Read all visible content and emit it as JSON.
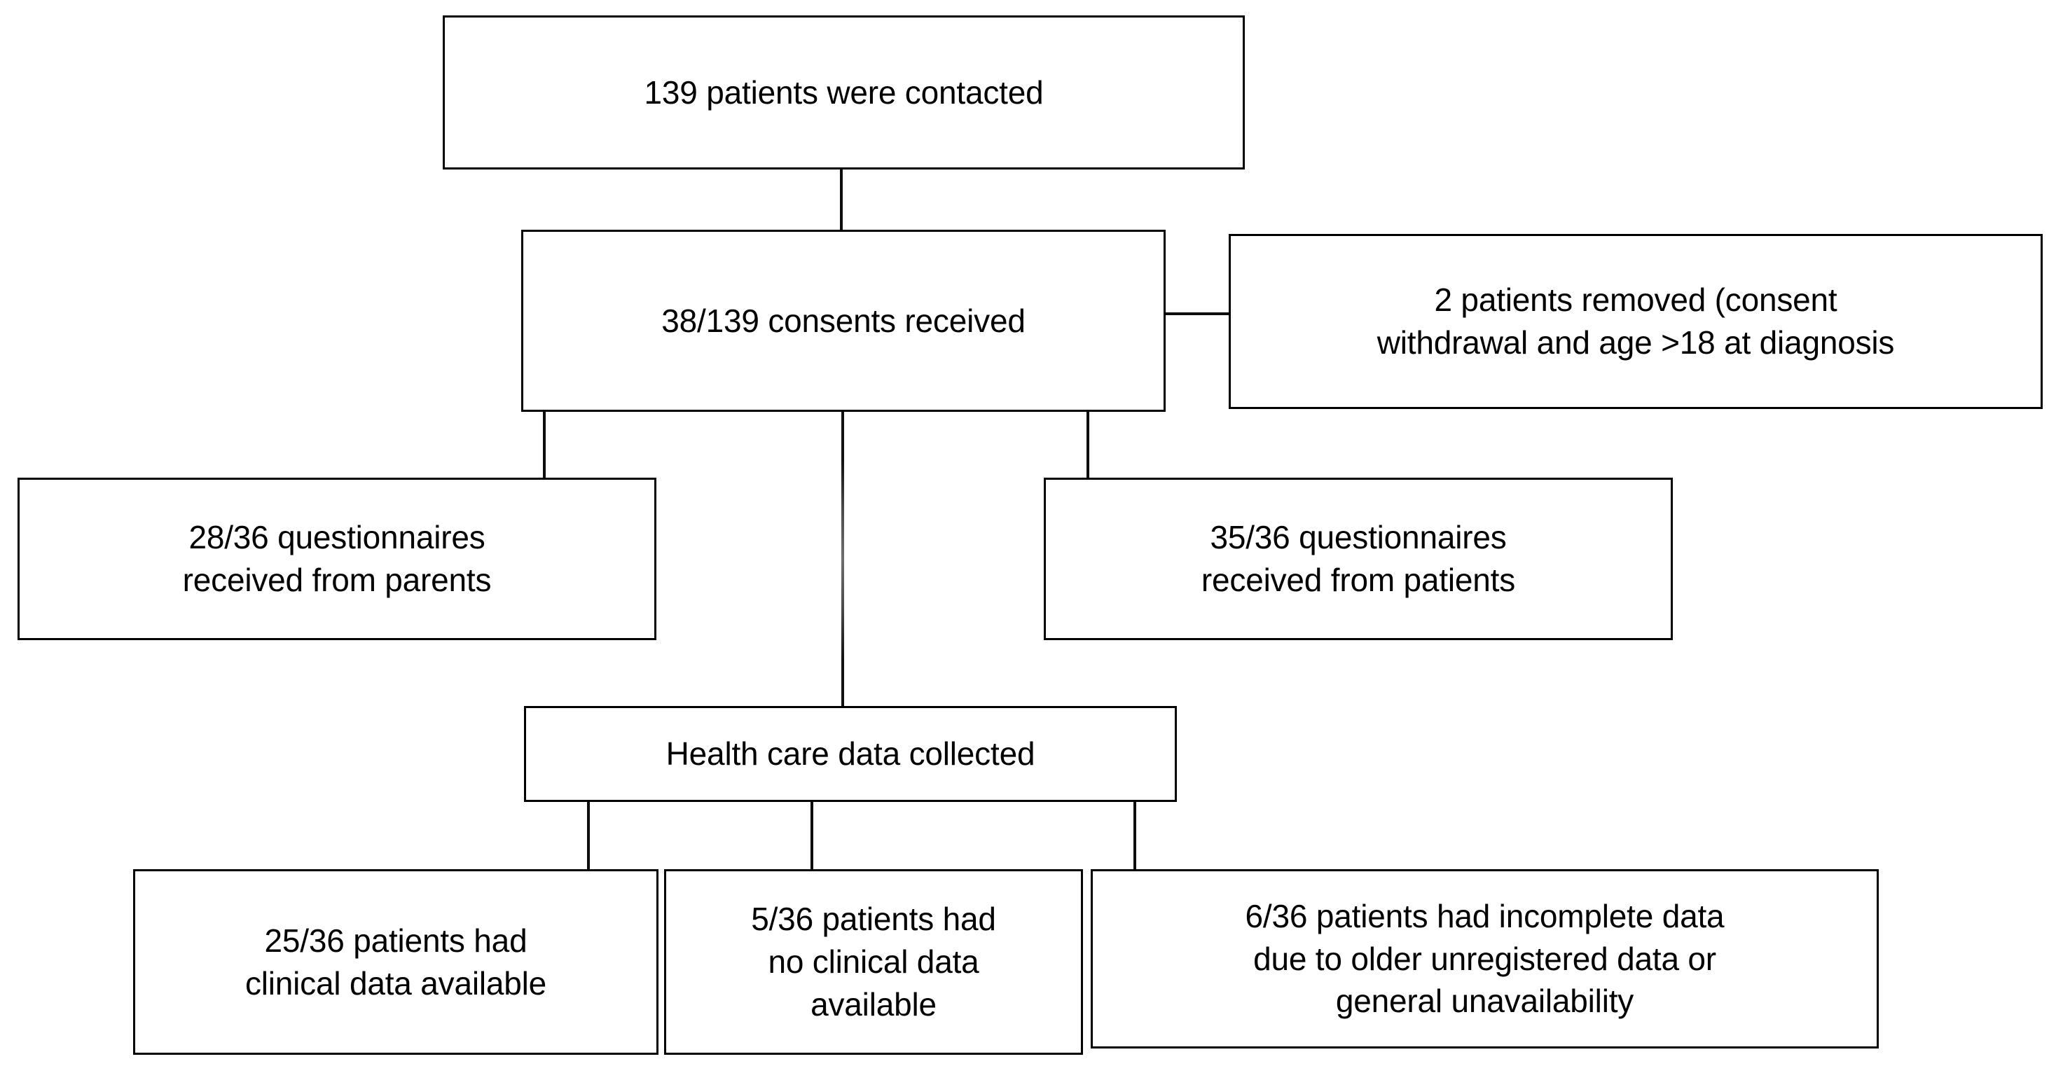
{
  "diagram": {
    "title": "Patient recruitment and data collection flowchart",
    "type": "flowchart",
    "background_color": "#ffffff",
    "box_border_color": "#000000",
    "text_color": "#000000",
    "connector_color": "#0d0d0d",
    "nodes": [
      {
        "id": "contacted",
        "label": "139  patients were contacted",
        "row": 1
      },
      {
        "id": "consents",
        "label": "38/139  consents received",
        "row": 2
      },
      {
        "id": "removed",
        "label": "2 patients removed (consent\nwithdrawal and age >18 at diagnosis",
        "row": 2
      },
      {
        "id": "parent-questionnaires",
        "label": "28/36  questionnaires\nreceived from parents",
        "row": 3
      },
      {
        "id": "patient-questionnaires",
        "label": "35/36  questionnaires\nreceived from patients",
        "row": 3
      },
      {
        "id": "health-care-data",
        "label": "Health care data collected",
        "row": 4
      },
      {
        "id": "clinical-data-available",
        "label": "25/36  patients had\nclinical data available",
        "row": 5
      },
      {
        "id": "no-clinical-data",
        "label": "5/36 patients had\nno clinical data\navailable",
        "row": 5
      },
      {
        "id": "incomplete-data",
        "label": "6/36 patients had incomplete data\ndue to older unregistered data or\ngeneral unavailability",
        "row": 5
      }
    ],
    "edges": [
      {
        "from": "contacted",
        "to": "consents"
      },
      {
        "from": "consents",
        "to": "removed"
      },
      {
        "from": "consents",
        "to": "parent-questionnaires"
      },
      {
        "from": "consents",
        "to": "patient-questionnaires"
      },
      {
        "from": "consents",
        "to": "health-care-data"
      },
      {
        "from": "health-care-data",
        "to": "clinical-data-available"
      },
      {
        "from": "health-care-data",
        "to": "no-clinical-data"
      },
      {
        "from": "health-care-data",
        "to": "incomplete-data"
      }
    ]
  }
}
